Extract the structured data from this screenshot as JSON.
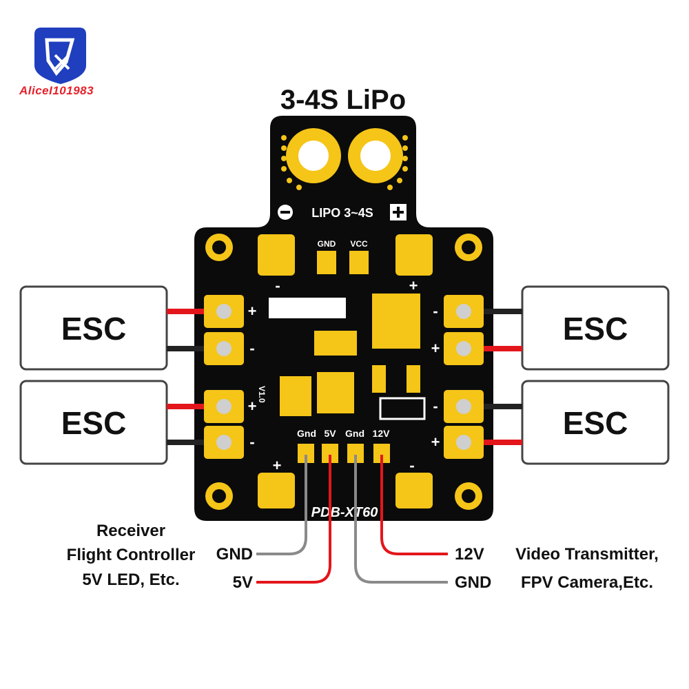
{
  "logo": {
    "brand_text": "AliceI101983",
    "icon": "diamond-logo-icon"
  },
  "title": "3-4S LiPo",
  "board": {
    "lipo_label": "LIPO 3~4S",
    "gnd_label": "GND",
    "vcc_label": "VCC",
    "version": "V1.0",
    "model": "PDB-XT60",
    "pin_labels": [
      "Gnd",
      "5V",
      "Gnd",
      "12V"
    ],
    "plus": "+",
    "minus": "-"
  },
  "esc_labels": [
    "ESC",
    "ESC",
    "ESC",
    "ESC"
  ],
  "wires": {
    "left_gnd": "GND",
    "left_5v": "5V",
    "right_12v": "12V",
    "right_gnd": "GND"
  },
  "left_caption": [
    "Receiver",
    "Flight Controller",
    "5V LED, Etc."
  ],
  "right_caption": [
    "Video Transmitter,",
    "FPV Camera,Etc."
  ],
  "colors": {
    "board": "#0b0b0b",
    "pad": "#f5c518",
    "wire_red": "#e3161c",
    "wire_gray": "#8a8a8a",
    "wire_black": "#222222",
    "logo_blue": "#1f3fbf",
    "brand_red": "#e8202a"
  }
}
